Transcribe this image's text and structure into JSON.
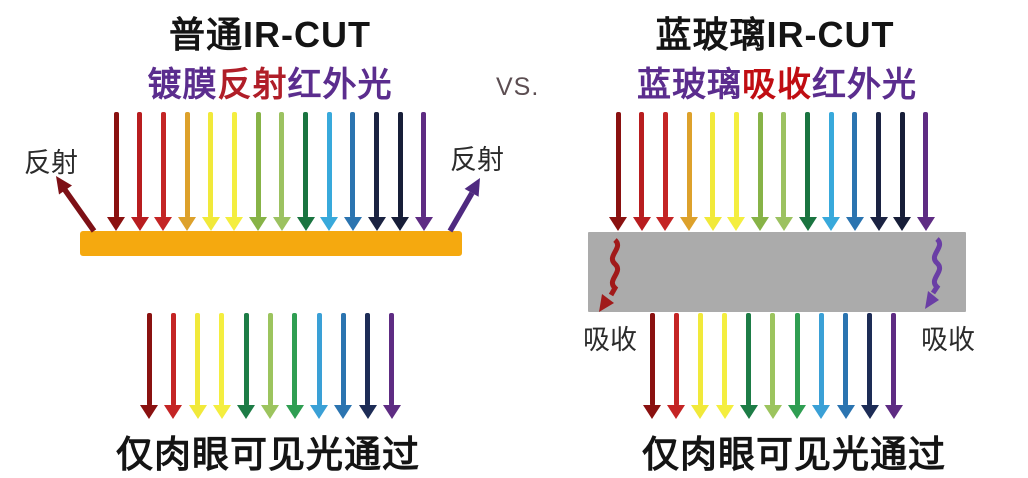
{
  "vs_label": "VS.",
  "left": {
    "title": "普通IR-CUT",
    "subtitle": [
      {
        "text": "镀膜",
        "color": "#5b2d8e"
      },
      {
        "text": "反射",
        "color": "#b01e28"
      },
      {
        "text": "红外光",
        "color": "#5b2d8e"
      }
    ],
    "filter_color": "#f5a90f",
    "reflect_left_label": "反射",
    "reflect_right_label": "反射",
    "reflect_left_color": "#7d1016",
    "reflect_right_color": "#4f2a80",
    "incoming_rays": [
      "#8a1110",
      "#b81d1f",
      "#c42525",
      "#dda12b",
      "#f1e93a",
      "#f4ee3f",
      "#87b347",
      "#9cc261",
      "#1a7440",
      "#38a9db",
      "#2b74b0",
      "#1b2342",
      "#171e38",
      "#5e2c83"
    ],
    "transmitted_rays": [
      "#8a1110",
      "#c42525",
      "#f1e93a",
      "#f4ee3f",
      "#1d7c46",
      "#9cc45e",
      "#2f9e52",
      "#3aa0d6",
      "#2b74b0",
      "#1d2c56",
      "#5e2c83"
    ],
    "caption": "仅肉眼可见光通过"
  },
  "right": {
    "title": "蓝玻璃IR-CUT",
    "subtitle": [
      {
        "text": "蓝玻璃",
        "color": "#5b2d8e"
      },
      {
        "text": "吸收",
        "color": "#c00d12"
      },
      {
        "text": "红外光",
        "color": "#5b2d8e"
      }
    ],
    "filter_color": "#ababab",
    "absorb_left_label": "吸收",
    "absorb_right_label": "吸收",
    "absorb_left_color": "#a11a1a",
    "absorb_right_color": "#6a3ea5",
    "incoming_rays": [
      "#8a1110",
      "#b81d1f",
      "#c42525",
      "#dda12b",
      "#f1e93a",
      "#f4ee3f",
      "#87b347",
      "#9cc261",
      "#1a7440",
      "#38a9db",
      "#2b74b0",
      "#1b2342",
      "#171e38",
      "#5e2c83"
    ],
    "transmitted_rays": [
      "#8a1110",
      "#c42525",
      "#f1e93a",
      "#f4ee3f",
      "#1d7c46",
      "#9cc45e",
      "#2f9e52",
      "#3aa0d6",
      "#2b74b0",
      "#1d2c56",
      "#5e2c83"
    ],
    "caption": "仅肉眼可见光通过"
  }
}
